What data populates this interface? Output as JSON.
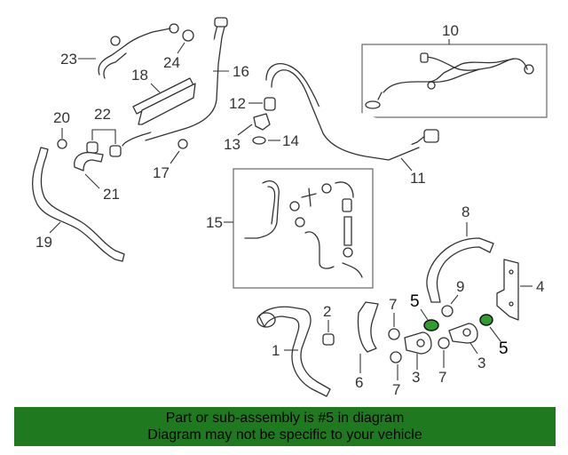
{
  "callouts": {
    "c1": "1",
    "c2": "2",
    "c3a": "3",
    "c3b": "3",
    "c4": "4",
    "c5a": "5",
    "c5b": "5",
    "c6": "6",
    "c7a": "7",
    "c7b": "7",
    "c7c": "7",
    "c8": "8",
    "c9": "9",
    "c10": "10",
    "c11": "11",
    "c12": "12",
    "c13": "13",
    "c14": "14",
    "c15": "15",
    "c16": "16",
    "c17": "17",
    "c18": "18",
    "c19": "19",
    "c20": "20",
    "c21": "21",
    "c22": "22",
    "c23": "23",
    "c24": "24"
  },
  "highlight_color": "#2e9e2e",
  "banner": {
    "line1": "Part or sub-assembly is #5 in diagram",
    "line2": "Diagram may not be specific to your vehicle",
    "background": "#1f7a1f"
  }
}
